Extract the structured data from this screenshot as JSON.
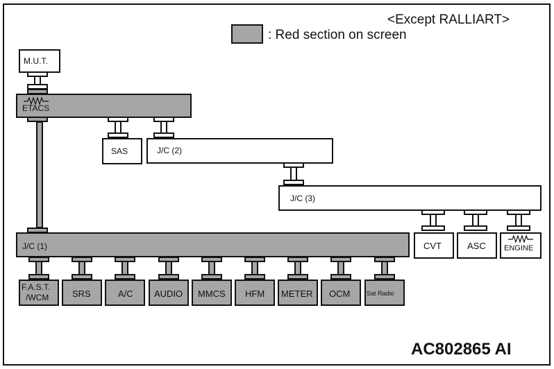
{
  "variant_note": "<Except RALLIART>",
  "legend": {
    "label": ": Red section on screen",
    "color": "#a6a6a6"
  },
  "colors": {
    "red_section": "#a6a6a6",
    "normal": "#ffffff",
    "line": "#111111"
  },
  "figure_id": "AC802865 AI",
  "nodes": {
    "mut": "M.U.T.",
    "etacs": "ETACS",
    "sas": "SAS",
    "jc2": "J/C (2)",
    "jc3": "J/C (3)",
    "jc1": "J/C (1)",
    "cvt": "CVT",
    "asc": "ASC",
    "engine": "ENGINE",
    "fast_line1": "F.A.S.T.",
    "fast_line2": "/WCM",
    "srs": "SRS",
    "ac": "A/C",
    "audio": "AUDIO",
    "mmcs": "MMCS",
    "hfm": "HFM",
    "meter": "METER",
    "ocm": "OCM",
    "sat_radio": "Sat Radio"
  }
}
